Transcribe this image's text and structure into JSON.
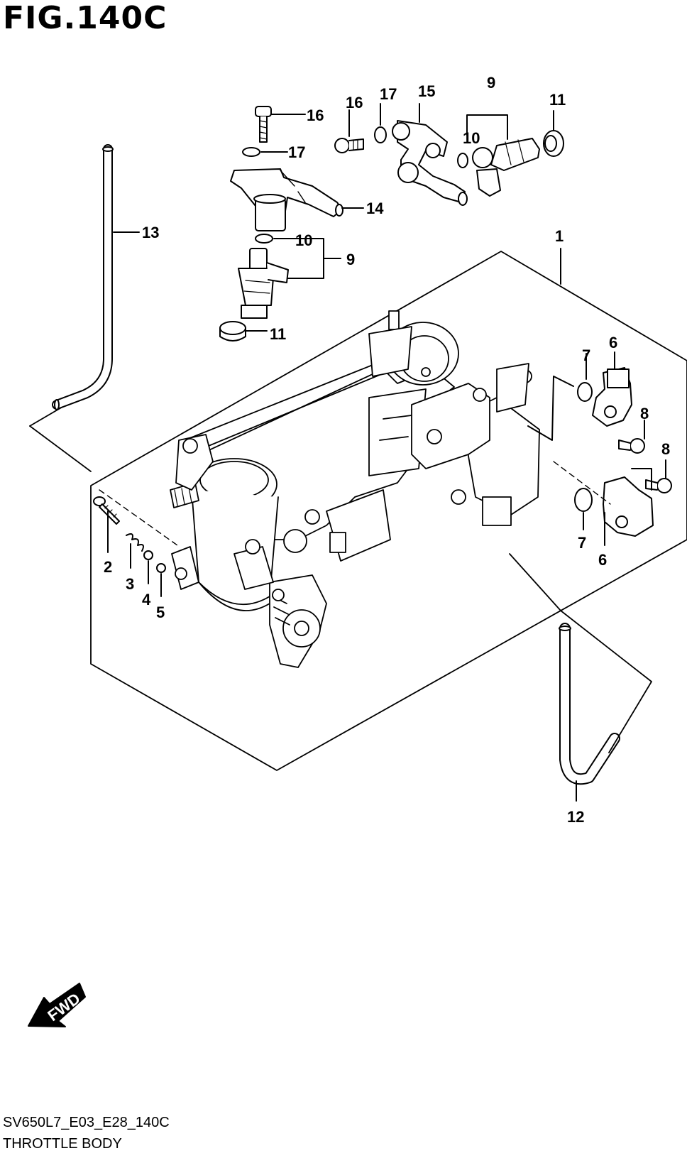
{
  "figure": {
    "title": "FIG.140C",
    "code": "SV650L7_E03_E28_140C",
    "name": "THROTTLE BODY",
    "fwd": "FWD"
  },
  "callouts": {
    "c1": "1",
    "c2": "2",
    "c3": "3",
    "c4": "4",
    "c5": "5",
    "c6a": "6",
    "c6b": "6",
    "c7a": "7",
    "c7b": "7",
    "c8a": "8",
    "c8b": "8",
    "c9a": "9",
    "c9b": "9",
    "c10a": "10",
    "c10b": "10",
    "c11a": "11",
    "c11b": "11",
    "c12": "12",
    "c13": "13",
    "c14": "14",
    "c15": "15",
    "c16a": "16",
    "c16b": "16",
    "c17a": "17",
    "c17b": "17"
  }
}
